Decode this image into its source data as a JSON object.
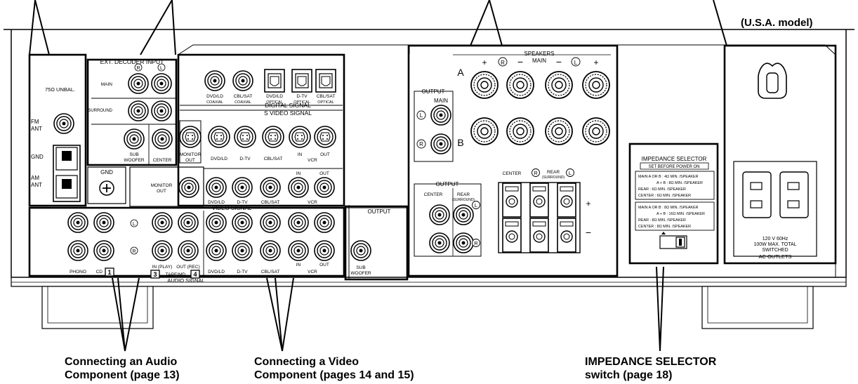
{
  "model_note": "(U.S.A. model)",
  "antenna": {
    "unbal": "75Ω UNBAL.",
    "fm": [
      "FM",
      "ANT"
    ],
    "gnd": "GND",
    "am": [
      "AM",
      "ANT"
    ]
  },
  "decoder": {
    "title": "EXT. DECODER INPUT",
    "r": "R",
    "l": "L",
    "main": "MAIN",
    "surround": "SURROUND",
    "sub": [
      "SUB",
      "WOOFER"
    ],
    "center": "CENTER"
  },
  "gnd_label": "GND",
  "digital": {
    "title": "DIGITAL SIGNAL",
    "jacks": [
      [
        "DVD/LD",
        "COAXIAL"
      ],
      [
        "CBL/SAT",
        "COAXIAL"
      ],
      [
        "DVD/LD",
        "OPTICAL"
      ],
      [
        "D-TV",
        "OPTICAL"
      ],
      [
        "CBL/SAT",
        "OPTICAL"
      ]
    ]
  },
  "svideo": {
    "title": "S VIDEO SIGNAL",
    "labels": [
      [
        "MONITOR",
        "OUT"
      ],
      [
        "DVD/LD"
      ],
      [
        "D-TV"
      ],
      [
        "CBL/SAT"
      ],
      [
        "IN"
      ],
      [
        "OUT"
      ]
    ],
    "vcr": "VCR"
  },
  "video": {
    "title": "VIDEO SIGNAL",
    "monitor": [
      "MONITOR",
      "OUT"
    ],
    "labels": [
      "DVD/LD",
      "D-TV",
      "CBL/SAT",
      "VCR"
    ],
    "in": "IN",
    "out": "OUT"
  },
  "audio": {
    "title": "AUDIO SIGNAL",
    "phono": "PHONO",
    "cd": "CD",
    "cd_num": "1",
    "l": "L",
    "r": "R",
    "in_play": "IN (PLAY)",
    "out_rec": "OUT (REC)",
    "tape_num": "3",
    "tape": "TAPE/MD",
    "tape_num2": "4",
    "bottom": [
      "DVD/LD",
      "D-TV",
      "CBL/SAT",
      "VCR"
    ],
    "in": "IN",
    "out": "OUT"
  },
  "sub_output": {
    "title": "OUTPUT",
    "label": [
      "SUB",
      "WOOFER"
    ]
  },
  "speakers": {
    "title": "SPEAKERS",
    "main": "MAIN",
    "a": "A",
    "b": "B",
    "plus": "+",
    "minus": "−",
    "r": "R",
    "l": "L",
    "center": "CENTER",
    "rear": [
      "REAR",
      "(SURROUND)"
    ]
  },
  "output_main": {
    "title": "OUTPUT",
    "main": "MAIN",
    "l": "L",
    "r": "R"
  },
  "output_cr": {
    "title": "OUTPUT",
    "center": "CENTER",
    "rear": [
      "REAR",
      "(SURROUND)"
    ],
    "l": "L",
    "r": "R"
  },
  "impedance": {
    "title": "IMPEDANCE SELECTOR",
    "sub": "SET BEFORE POWER ON",
    "block1": [
      "MAIN A OR B : 4Ω MIN. /SPEAKER",
      "A + B : 8Ω MIN. /SPEAKER",
      "REAR : 6Ω MIN. /SPEAKER",
      "CENTER : 6Ω MIN. /SPEAKER"
    ],
    "block2": [
      "MAIN A OR B : 8Ω MIN. /SPEAKER",
      "A + B : 16Ω MIN. /SPEAKER",
      "REAR : 8Ω MIN. /SPEAKER",
      "CENTER : 8Ω MIN. /SPEAKER"
    ]
  },
  "ac": {
    "lines": [
      "120 V 60Hz",
      "100W MAX. TOTAL",
      "SWITCHED"
    ],
    "title": "AC OUTLETS"
  },
  "captions": {
    "audio": [
      "Connecting an Audio",
      "Component (page 13)"
    ],
    "video": [
      "Connecting a Video",
      "Component (pages 14 and 15)"
    ],
    "impedance": [
      "IMPEDANCE SELECTOR",
      "switch (page 18)"
    ]
  }
}
